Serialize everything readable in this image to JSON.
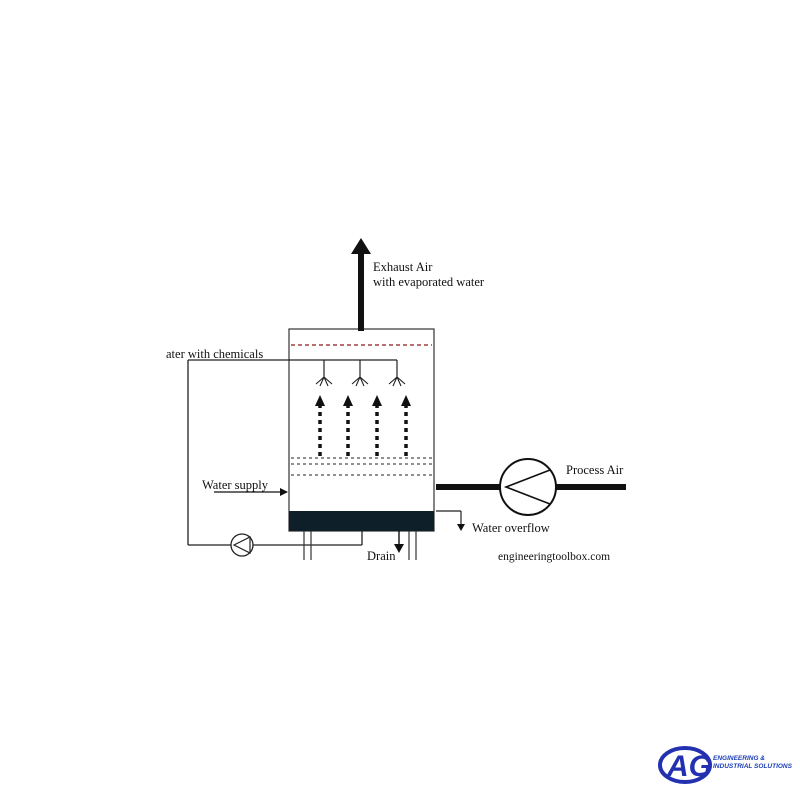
{
  "diagram": {
    "labels": {
      "exhaust_line1": "Exhaust Air",
      "exhaust_line2": "with evaporated water",
      "water_chemicals": "ater with chemicals",
      "water_supply": "Water supply",
      "process_air": "Process Air",
      "water_overflow": "Water overflow",
      "drain": "Drain",
      "credit": "engineeringtoolbox.com"
    }
  },
  "logo": {
    "mark": "AG",
    "line1": "ENGINEERING &",
    "line2": "INDUSTRIAL SOLUTIONS",
    "color": "#2330b0"
  }
}
